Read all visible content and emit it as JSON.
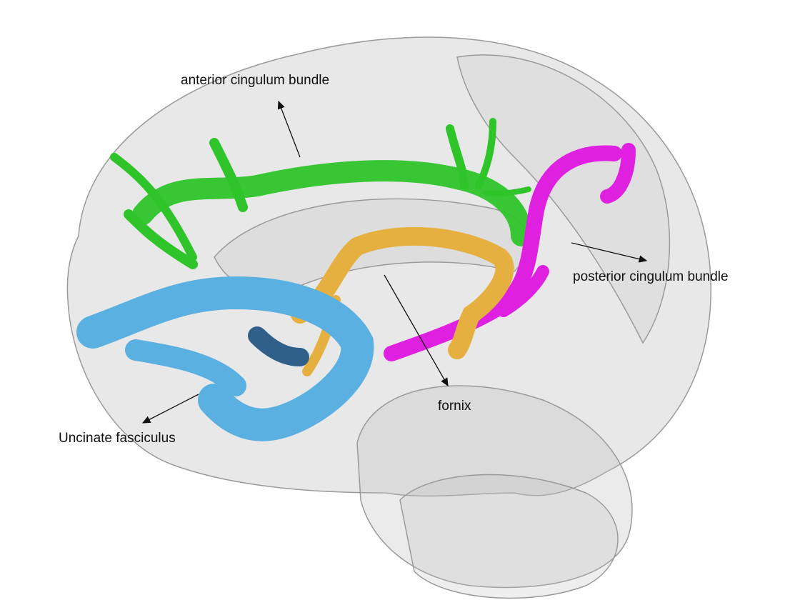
{
  "labels": {
    "anterior": "anterior cingulum bundle",
    "posterior": "posterior cingulum bundle",
    "fornix": "fornix",
    "uncinate": "Uncinate fasciculus"
  },
  "colors": {
    "anterior": "#2fc42a",
    "posterior": "#e020e0",
    "fornix": "#e6b040",
    "uncinate": "#5ab0e0",
    "brain": "#c8c8c8"
  }
}
